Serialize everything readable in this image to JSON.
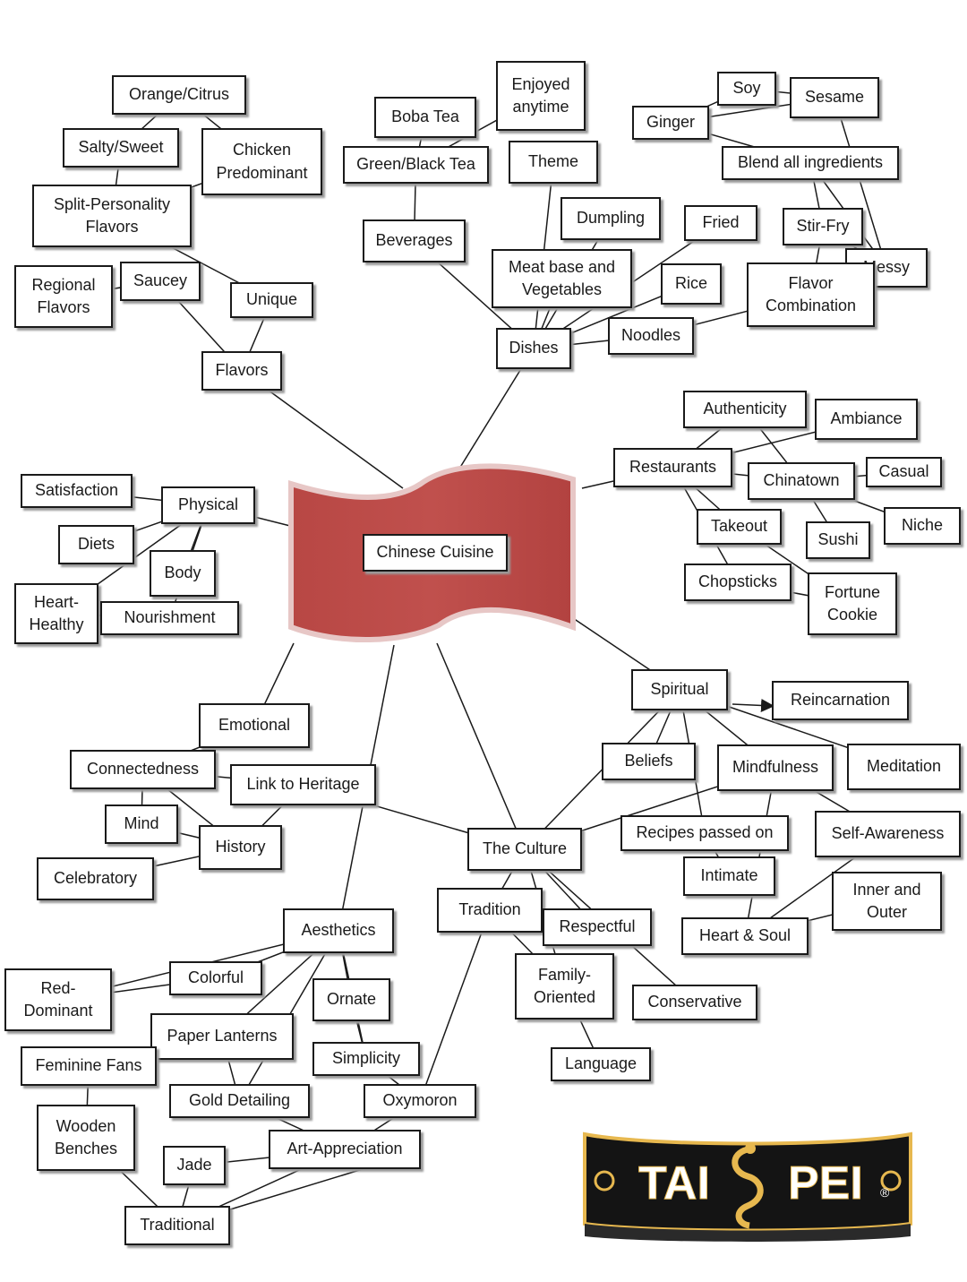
{
  "center": {
    "label": "Chinese Cuisine"
  },
  "nodes": {
    "orange_citrus": "Orange/Citrus",
    "salty_sweet": "Salty/Sweet",
    "chicken_predominant": "Chicken\nPredominant",
    "split_personality": "Split-Personality\nFlavors",
    "regional_flavors": "Regional\nFlavors",
    "saucey": "Saucey",
    "unique": "Unique",
    "flavors": "Flavors",
    "boba_tea": "Boba Tea",
    "enjoyed_anytime": "Enjoyed\nanytime",
    "green_black_tea": "Green/Black Tea",
    "theme": "Theme",
    "beverages": "Beverages",
    "dumpling": "Dumpling",
    "meat_veg": "Meat base and\nVegetables",
    "dishes": "Dishes",
    "soy": "Soy",
    "sesame": "Sesame",
    "ginger": "Ginger",
    "blend_all": "Blend all ingredients",
    "fried": "Fried",
    "stir_fry": "Stir-Fry",
    "messy": "Messy",
    "rice": "Rice",
    "flavor_combination": "Flavor\nCombination",
    "noodles": "Noodles",
    "authenticity": "Authenticity",
    "ambiance": "Ambiance",
    "restaurants": "Restaurants",
    "chinatown": "Chinatown",
    "casual": "Casual",
    "takeout": "Takeout",
    "sushi": "Sushi",
    "niche": "Niche",
    "chopsticks": "Chopsticks",
    "fortune_cookie": "Fortune\nCookie",
    "satisfaction": "Satisfaction",
    "physical": "Physical",
    "diets": "Diets",
    "body": "Body",
    "heart_healthy": "Heart-\nHealthy",
    "nourishment": "Nourishment",
    "spiritual": "Spiritual",
    "reincarnation": "Reincarnation",
    "beliefs": "Beliefs",
    "mindfulness": "Mindfulness",
    "meditation": "Meditation",
    "emotional": "Emotional",
    "connectedness": "Connectedness",
    "link_heritage": "Link to Heritage",
    "mind": "Mind",
    "history": "History",
    "celebratory": "Celebratory",
    "recipes_passed": "Recipes passed on",
    "self_awareness": "Self-Awareness",
    "the_culture": "The Culture",
    "intimate": "Intimate",
    "inner_outer": "Inner and\nOuter",
    "tradition": "Tradition",
    "respectful": "Respectful",
    "heart_soul": "Heart & Soul",
    "aesthetics": "Aesthetics",
    "red_dominant": "Red-\nDominant",
    "colorful": "Colorful",
    "ornate": "Ornate",
    "family_oriented": "Family-\nOriented",
    "conservative": "Conservative",
    "paper_lanterns": "Paper Lanterns",
    "feminine_fans": "Feminine Fans",
    "simplicity": "Simplicity",
    "language": "Language",
    "gold_detailing": "Gold Detailing",
    "oxymoron": "Oxymoron",
    "wooden_benches": "Wooden\nBenches",
    "jade": "Jade",
    "art_appreciation": "Art-Appreciation",
    "traditional": "Traditional"
  },
  "logo": {
    "text": "TAI PEI",
    "registered": "®"
  },
  "colors": {
    "banner": "#c0504d",
    "line": "#1a1a1a",
    "logo_gold": "#e7b84f",
    "logo_dark": "#141414"
  }
}
